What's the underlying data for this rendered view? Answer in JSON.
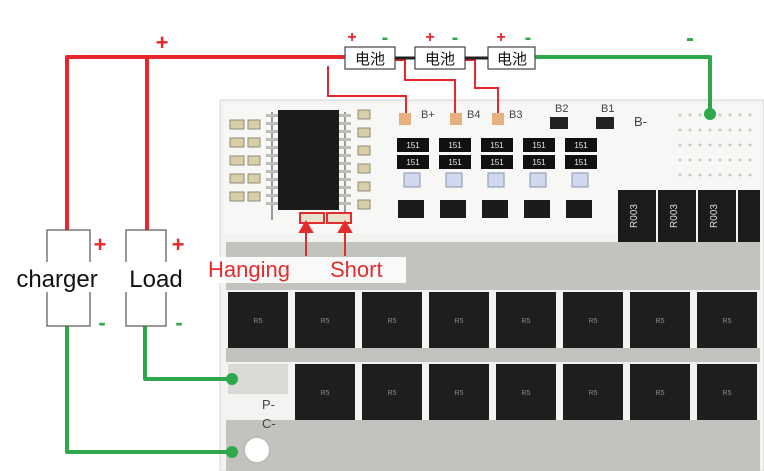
{
  "diagram": {
    "plus": "+",
    "minus": "-",
    "cell_label": "电池",
    "pin_bplus": "B+",
    "pin_b4": "B4",
    "pin_b3": "B3",
    "pin_b2": "B2",
    "pin_b1": "B1",
    "pin_bminus": "B-",
    "pin_pminus": "P-",
    "pin_cminus": "C-",
    "charger_label": "charger",
    "load_label": "Load",
    "hanging_label": "Hanging",
    "short_label": "Short",
    "smd_marking": "151",
    "shunt_marking": "R003",
    "mosfet_marking": "R5"
  },
  "colors": {
    "positive_wire": "#e8262b",
    "negative_wire": "#2ea84a",
    "board": "#f3f3f1",
    "chip": "#1b1b1b",
    "annotation": "#e32d2d"
  }
}
